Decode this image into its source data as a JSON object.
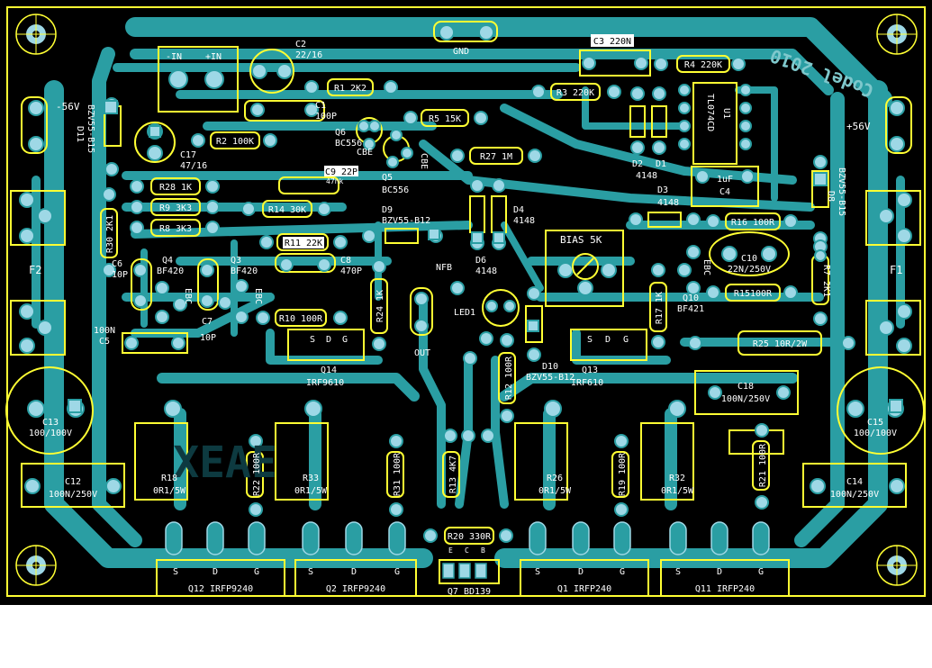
{
  "colors": {
    "background": "#000000",
    "copper": "#2a9ea3",
    "outline": "#ffff33",
    "pad": "#9ed8e6",
    "silk_text": "#ffffff",
    "mark_bg": "#ffffff",
    "mark_text": "#000000"
  },
  "labels": {
    "gnd": "GND",
    "neg56": "-56V",
    "pos56": "+56V",
    "nfb": "NFB",
    "out": "OUT",
    "led1": "LED1",
    "bias": "BIAS 5K",
    "f2": "F2",
    "f1": "F1",
    "in_minus": "-IN",
    "in_plus": "+IN",
    "brand": "Codel 2010",
    "ghost": "XEAE"
  },
  "components": {
    "c3": "C3 220N",
    "r4": "R4 220K",
    "r3": "R3 220K",
    "r1": "R1 2K2",
    "c2": "C2",
    "c2v": "22/16",
    "c1": "C1",
    "c1v": "100P",
    "r5": "R5 15K",
    "q6": "Q6",
    "q6t": "BC556",
    "cbe1": "CBE",
    "cbe2": "CBE",
    "q5": "Q5",
    "q5t": "BC556",
    "r2": "R2 100K",
    "c17": "C17",
    "c17v": "47/16",
    "d11": "D11",
    "d11t": "BZV55-B15",
    "r27": "R27 1M",
    "c9": "C9 22P",
    "c9v": "47nk",
    "r28": "R28 1K",
    "r9": "R9 3K3",
    "r8": "R8 3K3",
    "r14": "R14 30K",
    "r30": "R30 2K1",
    "d9": "D9",
    "d9t": "BZV55-B12",
    "r11": "R11 22K",
    "c8": "C8",
    "c8v": "470P",
    "d6": "D6",
    "d6t": "4148",
    "d4": "D4",
    "d4t": "4148",
    "d2": "D2",
    "d2t": "4148",
    "d1": "D1",
    "d3": "D3",
    "d3t": "4148",
    "u1": "TL074CD",
    "u1n": "U1",
    "c4a": "1uF",
    "c4": "C4",
    "r16": "R16 100R",
    "d8": "D8",
    "d8t": "BZV55-B15",
    "c10": "C10",
    "c10v": "22N/250V",
    "r15": "R15100R",
    "r7": "R7 2K1",
    "q10": "Q10",
    "q10t": "BF421",
    "ebc1": "EBC",
    "ebc2": "EBC",
    "ebc3": "EBC",
    "r17": "R17 1K",
    "r25": "R25 10R/2W",
    "q4": "Q4",
    "q4t": "BF420",
    "q3": "Q3",
    "q3t": "BF420",
    "c6": "C6",
    "c6v": "10P",
    "c7": "C7",
    "c7v": "10P",
    "c5": "100N",
    "c5n": "C5",
    "r10": "R10 100R",
    "r24": "R24 1K",
    "q14": "Q14",
    "q14t": "IRF9610",
    "r12": "R12 100R",
    "d10": "D10",
    "d10t": "BZV55-B12",
    "q13": "Q13",
    "q13t": "IRF610",
    "c18": "C18",
    "c18v": "100N/250V",
    "c13": "C13",
    "c13v": "100/100V",
    "c15": "C15",
    "c15v": "100/100V",
    "c12": "C12",
    "c12v": "100N/250V",
    "c14": "C14",
    "c14v": "100N/250V",
    "r18": "R18",
    "r18v": "0R1/5W",
    "r22": "R22 100R",
    "r33": "R33",
    "r33v": "0R1/5W",
    "r31": "R31 100R",
    "r13": "R13 4K7",
    "r26": "R26",
    "r26v": "0R1/5W",
    "r19": "R19 100R",
    "r32": "R32",
    "r32v": "0R1/5W",
    "r21": "R21 100R",
    "r20": "R20 330R",
    "q12": "Q12 IRFP9240",
    "q2": "Q2 IRFP9240",
    "q1": "Q1 IRFP240",
    "q11": "Q11 IRFP240",
    "q7": "Q7 BD139",
    "s": "S",
    "d": "D",
    "g": "G",
    "e": "E",
    "c": "C",
    "b": "B"
  }
}
